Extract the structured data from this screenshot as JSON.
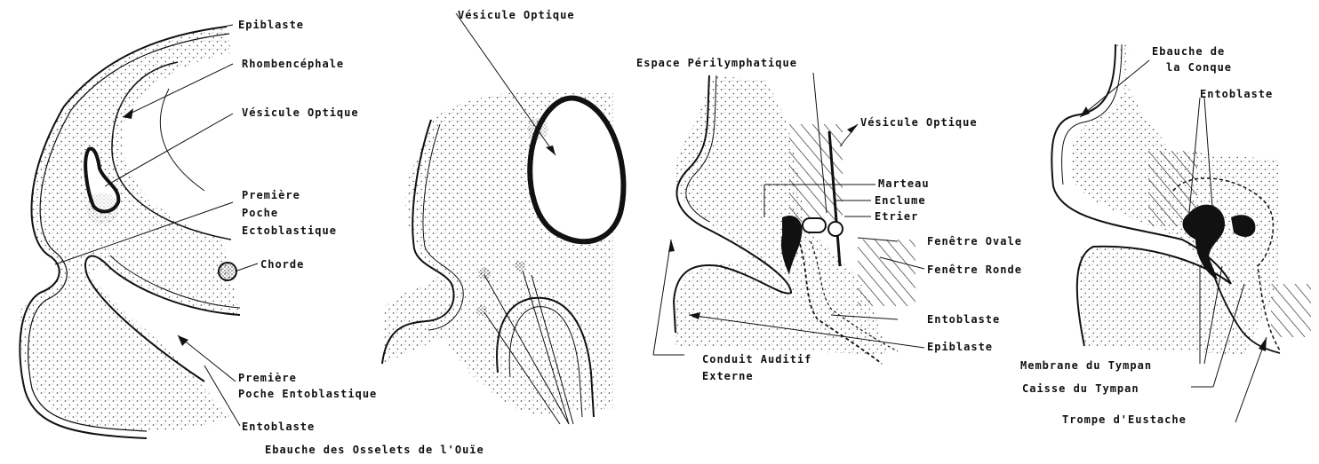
{
  "colors": {
    "ink": "#111111",
    "paper": "#ffffff",
    "stipple": "#333333"
  },
  "panel1": {
    "epiblaste": "Epiblaste",
    "rhombencephale": "Rhombencéphale",
    "vesicule_optique": "Vésicule Optique",
    "premiere_poche_ecto_1": "Première",
    "premiere_poche_ecto_2": "Poche",
    "premiere_poche_ecto_3": "Ectoblastique",
    "chorde": "Chorde",
    "premiere_poche_ento_1": "Première",
    "premiere_poche_ento_2": "Poche Entoblastique",
    "entoblaste": "Entoblaste"
  },
  "panel2": {
    "vesicule_optique": "Vésicule Optique",
    "ebauche_osselets": "Ebauche des Osselets de l'Ouïe"
  },
  "panel3": {
    "espace_perilymphatique": "Espace Périlymphatique",
    "vesicule_optique": "Vésicule Optique",
    "marteau": "Marteau",
    "enclume": "Enclume",
    "etrier": "Etrier",
    "fenetre_ovale": "Fenêtre Ovale",
    "fenetre_ronde": "Fenêtre Ronde",
    "entoblaste": "Entoblaste",
    "epiblaste": "Epiblaste",
    "conduit_auditif_1": "Conduit Auditif",
    "conduit_auditif_2": "Externe"
  },
  "panel4": {
    "ebauche_conque_1": "Ebauche de",
    "ebauche_conque_2": "la Conque",
    "entoblaste": "Entoblaste",
    "membrane_tympan": "Membrane du Tympan",
    "caisse_tympan": "Caisse du Tympan",
    "trompe_eustache": "Trompe d'Eustache"
  }
}
